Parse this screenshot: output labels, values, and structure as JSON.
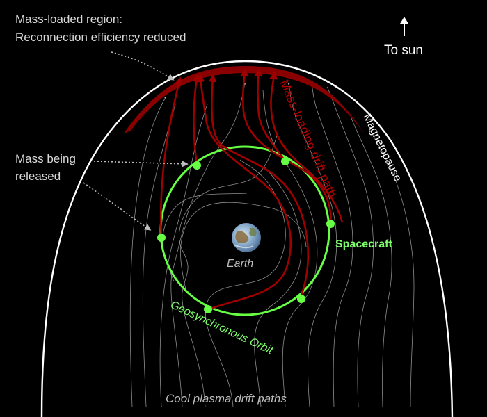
{
  "labels": {
    "mass_loaded_line1": "Mass-loaded region:",
    "mass_loaded_line2": "Reconnection efficiency reduced",
    "mass_released_line1": "Mass being",
    "mass_released_line2": "released",
    "to_sun": "To sun",
    "magnetopause": "Magnetopause",
    "mass_loading_path": "Mass-loading drift path",
    "spacecraft": "Spacecraft",
    "earth": "Earth",
    "orbit": "Geosynchronous Orbit",
    "cool_plasma": "Cool plasma drift paths"
  },
  "colors": {
    "background": "#000000",
    "magnetopause": "#ffffff",
    "mass_loaded_band": "#8a0000",
    "drift_path": "#a00000",
    "orbit": "#66ff44",
    "cool_paths": "#bdbdbd",
    "annotation": "#d8d8d8"
  },
  "icons": {
    "sun_arrow": "up-arrow-icon",
    "earth": "earth-globe-icon"
  }
}
